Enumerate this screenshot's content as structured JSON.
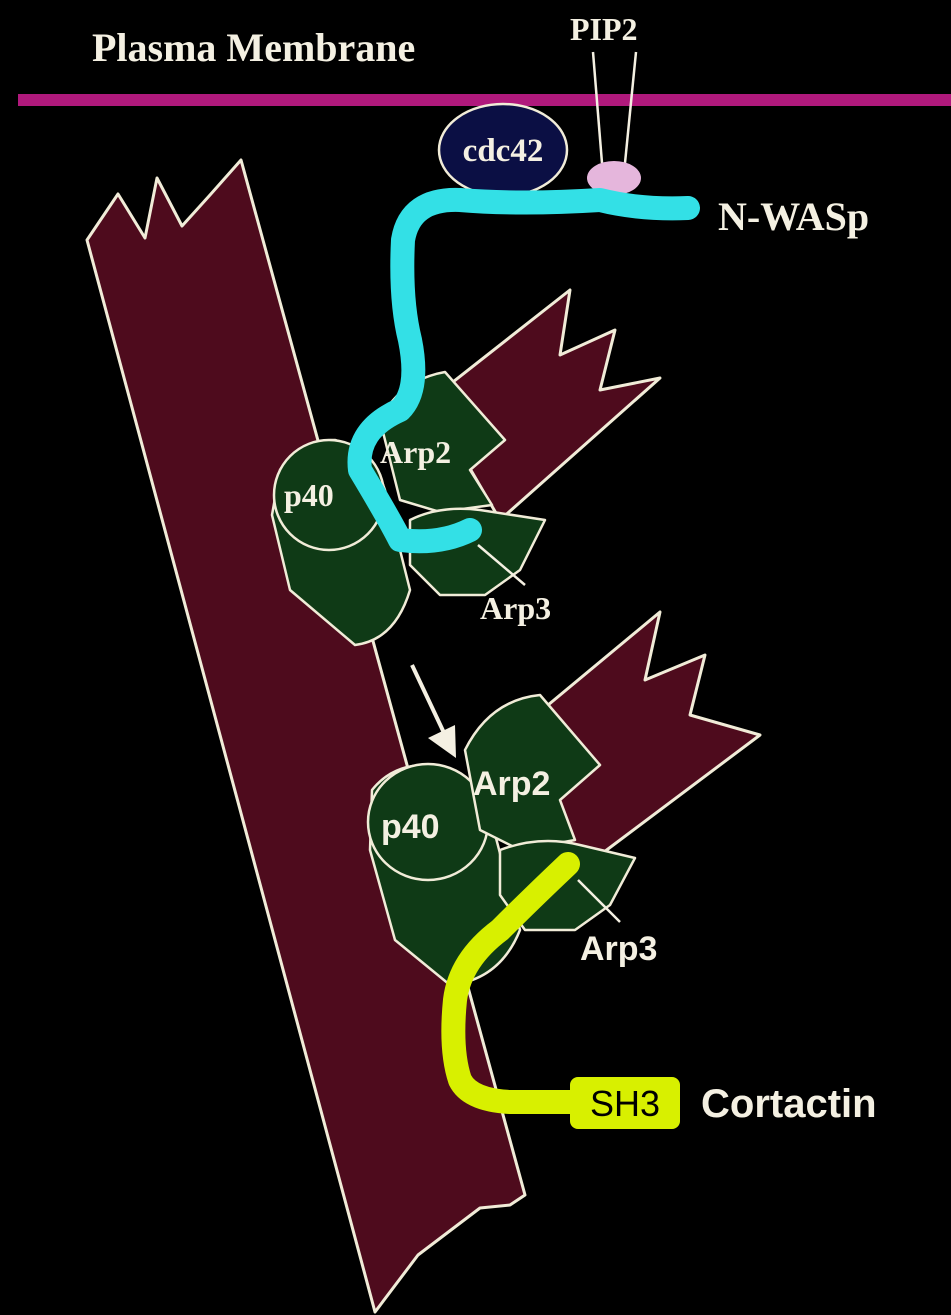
{
  "membrane": {
    "label": "Plasma Membrane",
    "color": "#b0197c"
  },
  "pip2": {
    "label": "PIP2",
    "color": "#e5b6dc"
  },
  "cdc42": {
    "label": "cdc42",
    "color": "#0b0f44"
  },
  "nwasp": {
    "label": "N-WASp",
    "color": "#33e0e6"
  },
  "complex_top": {
    "p40_label": "p40",
    "arp2_label": "Arp2",
    "arp3_label": "Arp3"
  },
  "complex_bottom": {
    "p40_label": "p40",
    "arp2_label": "Arp2",
    "arp3_label": "Arp3"
  },
  "cortactin": {
    "domain_label": "SH3",
    "label": "Cortactin",
    "color": "#d8f000"
  },
  "colors": {
    "actin": "#4e0b1d",
    "arp_complex": "#0f3a16",
    "outline": "#f1ecd8"
  }
}
